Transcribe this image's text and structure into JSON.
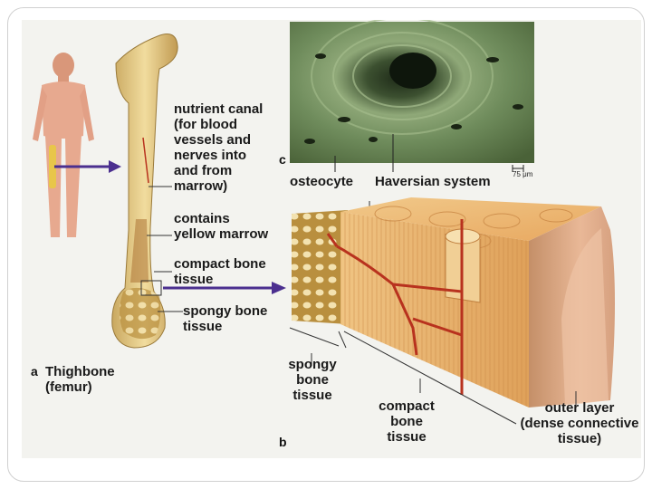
{
  "figure": {
    "panel_letters": {
      "a": "a",
      "b": "b",
      "c": "c"
    },
    "femur_panel": {
      "caption": "Thighbone\n(femur)",
      "labels": {
        "nutrient_canal": "nutrient canal\n(for blood\nvessels and\nnerves into\nand from\nmarrow)",
        "yellow_marrow": "contains\nyellow marrow",
        "compact_bone": "compact bone\ntissue",
        "spongy_bone": "spongy bone\ntissue"
      }
    },
    "micrograph_panel": {
      "labels": {
        "osteocyte": "osteocyte",
        "haversian_system": "Haversian system"
      },
      "scale_bar": "75 μm"
    },
    "block_panel": {
      "labels": {
        "spongy_bone": "spongy\nbone\ntissue",
        "compact_bone": "compact\nbone\ntissue",
        "outer_layer": "outer layer\n(dense connective\ntissue)"
      }
    },
    "colors": {
      "arrow": "#4b2f8f",
      "bone": "#e8cf8c",
      "blood_vessel": "#b8321e",
      "micrograph": "#6e8f5a",
      "skin": "#e7a98f"
    }
  }
}
